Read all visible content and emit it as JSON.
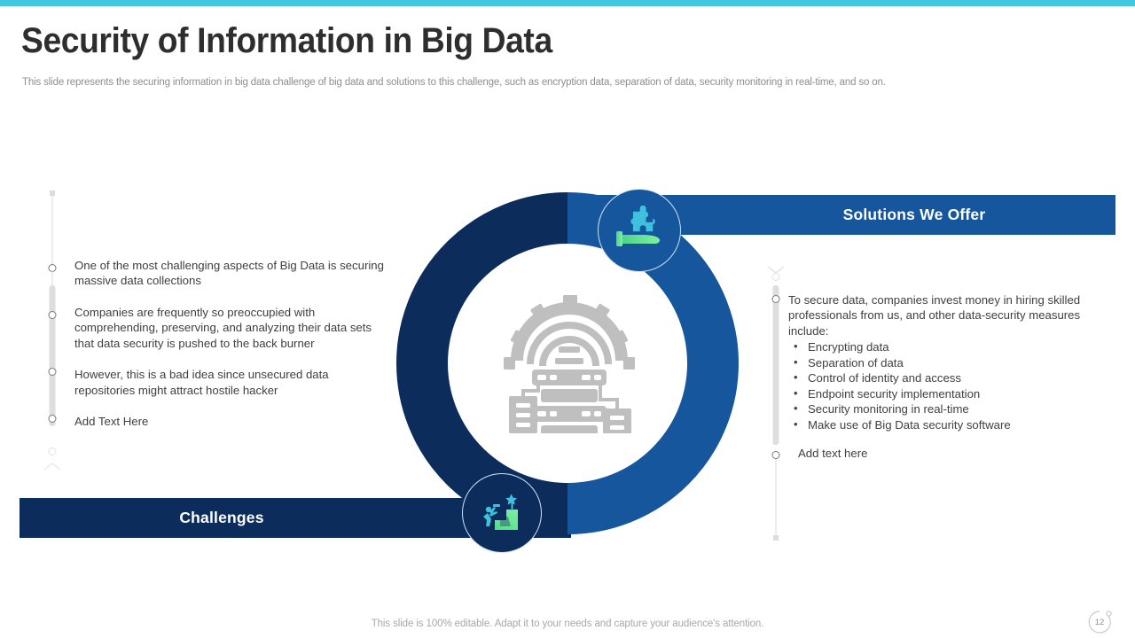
{
  "header": {
    "title": "Security of Information in Big Data",
    "subtitle": "This slide represents the securing information in big data challenge of big data and solutions to this challenge, such as encryption data, separation of data, security monitoring in real-time, and so on."
  },
  "banners": {
    "solutions_label": "Solutions We Offer",
    "challenges_label": "Challenges"
  },
  "colors": {
    "accent_teal": "#41c7e0",
    "navy_dark": "#0c2c5c",
    "blue_mid": "#15569c",
    "icon_gray": "#bfbfbf",
    "text_gray": "#404040",
    "muted_gray": "#8e8e8e",
    "badge_green": "#6ede8a",
    "badge_cyan": "#3fc1dd"
  },
  "challenges": {
    "items": [
      "One of the most challenging aspects of Big Data is securing massive data collections",
      "Companies are frequently  so preoccupied with comprehending, preserving, and analyzing their data sets that data security is pushed to the back burner",
      "However, this is a bad idea since unsecured data repositories might attract hostile hacker",
      "Add Text Here"
    ]
  },
  "solutions": {
    "intro": "To secure data, companies invest money in hiring skilled professionals from us, and other data-security measures include:",
    "measures": [
      "Encrypting data",
      "Separation of data",
      "Control of identity and access",
      "Endpoint security implementation",
      "Security monitoring in real-time",
      "Make use of Big Data security software"
    ],
    "placeholder": "Add text here"
  },
  "icons": {
    "center": "server-gear-icon",
    "node_top": "hand-puzzle-icon",
    "node_bottom": "climbing-goal-icon"
  },
  "footer": {
    "note": "This slide is 100% editable. Adapt it to your needs and capture your audience's attention.",
    "page_number": "12"
  }
}
